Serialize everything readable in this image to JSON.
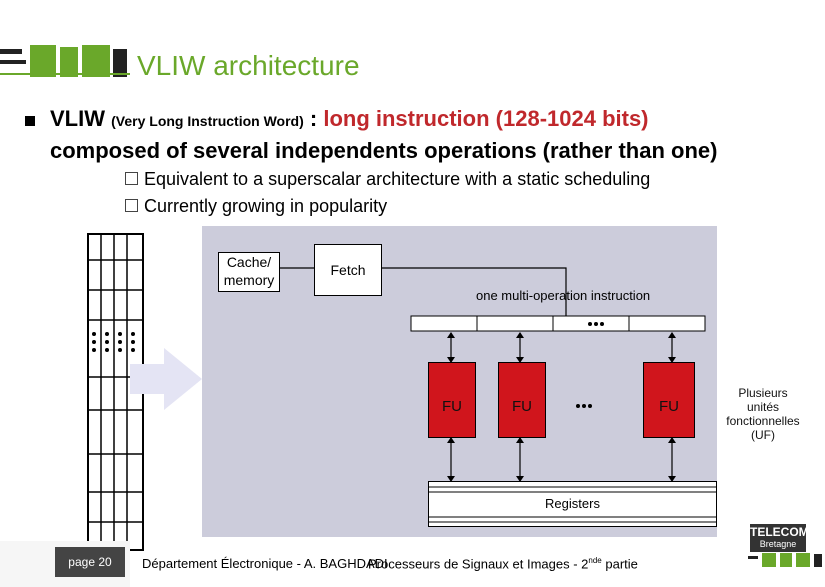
{
  "slide": {
    "title": "VLIW architecture",
    "bullet": {
      "lead": "VLIW",
      "paren": "(Very Long Instruction Word)",
      "colon": ":",
      "highlight": "long instruction (128-1024 bits)",
      "line2": "composed of several independents operations (rather than one)"
    },
    "subbullets": [
      "Equivalent to a superscalar architecture with a static scheduling",
      "Currently growing in popularity"
    ]
  },
  "diagram": {
    "cache_label": "Cache/ memory",
    "fetch_label": "Fetch",
    "instruction_label": "one multi-operation instruction",
    "fu_labels": [
      "FU",
      "FU",
      "FU"
    ],
    "registers_label": "Registers",
    "side_note": "Plusieurs unités fonctionnelles (UF)"
  },
  "footer": {
    "page": "page 20",
    "author": "Département Électronique - A. BAGHDADI",
    "course_pre": "Processeurs de Signaux et Images - 2",
    "course_sup": "nde",
    "course_post": " partie",
    "brand_top": "TELECOM",
    "brand_bottom": "Bretagne"
  },
  "colors": {
    "title": "#6aa82a",
    "highlight": "#c0282c",
    "fu_fill": "#d0151c",
    "diagram_bg": "#ccccdb"
  }
}
